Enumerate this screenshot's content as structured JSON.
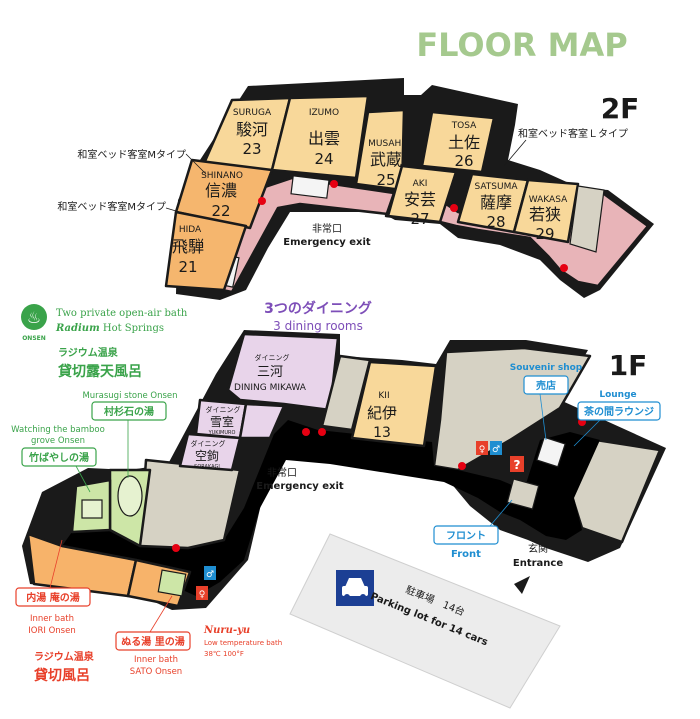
{
  "title": "FLOOR MAP",
  "floors": {
    "f2": "2F",
    "f1": "1F"
  },
  "rooms2f": [
    {
      "en": "SURUGA",
      "jp": "駿河",
      "num": "23"
    },
    {
      "en": "IZUMO",
      "jp": "出雲",
      "num": "24"
    },
    {
      "en": "MUSAHI",
      "jp": "武蔵",
      "num": "25"
    },
    {
      "en": "TOSA",
      "jp": "土佐",
      "num": "26"
    },
    {
      "en": "AKI",
      "jp": "安芸",
      "num": "27"
    },
    {
      "en": "SATSUMA",
      "jp": "薩摩",
      "num": "28"
    },
    {
      "en": "WAKASA",
      "jp": "若狭",
      "num": "29"
    },
    {
      "en": "SHINANO",
      "jp": "信濃",
      "num": "22"
    },
    {
      "en": "HIDA",
      "jp": "飛騨",
      "num": "21"
    }
  ],
  "callouts2f": {
    "type_m_1": "和室ベッド客室Mタイプ",
    "type_m_2": "和室ベッド客室Mタイプ",
    "type_l": "和室ベッド客室Ｌタイプ"
  },
  "emergency": {
    "jp": "非常口",
    "en": "Emergency exit"
  },
  "dining": {
    "jp": "3つのダイニング",
    "en": "3 dining rooms"
  },
  "onsen": {
    "icon_label": "ONSEN",
    "line1": "Two private open-air bath",
    "radium": "Radium",
    "hot_springs": " Hot Springs",
    "radium_jp": "ラジウム温泉",
    "open_air_jp": "貸切露天風呂",
    "murasugi_en": "Murasugi stone Onsen",
    "murasugi_jp": "村杉石の湯",
    "bamboo_en1": "Watching the bamboo",
    "bamboo_en2": "grove Onsen",
    "bamboo_jp": "竹ばやしの湯",
    "inner_iori_jp": "内湯 庵の湯",
    "inner_iori_en1": "Inner bath",
    "inner_iori_en2": "IORI Onsen",
    "sato_jp": "ぬる湯 里の湯",
    "sato_en1": "Inner bath",
    "sato_en2": "SATO Onsen",
    "nuru_title": "Nuru-yu",
    "nuru_sub": "Low temperature bath",
    "nuru_temp": "38℃   100°F",
    "radium2_jp": "ラジウム温泉",
    "private_jp": "貸切風呂"
  },
  "dining_rooms": {
    "mikawa_small": "ダイニング",
    "mikawa_jp": "三河",
    "mikawa_en": "DINING MIKAWA",
    "yukimuro_small": "ダイニング",
    "yukimuro_jp": "雪室",
    "yukimuro_en": "YUKIMURO",
    "sorakagi_small": "ダイニング",
    "sorakagi_jp": "空鉤",
    "sorakagi_en": "SORAKAGI"
  },
  "room13": {
    "en": "KII",
    "jp": "紀伊",
    "num": "13"
  },
  "facilities": {
    "souvenir_en": "Souvenir shop",
    "souvenir_jp": "売店",
    "lounge_en": "Lounge",
    "lounge_jp": "茶の間ラウンジ",
    "front_jp": "フロント",
    "front_en": "Front",
    "entrance_jp": "玄関",
    "entrance_en": "Entrance",
    "parking_jp": "駐車場　14台",
    "parking_en": "Parking lot for 14 cars"
  },
  "colors": {
    "title": "#a5c98e",
    "corridor": "#e8b4b8",
    "room_light": "#f8d89a",
    "room_orange": "#f5b66e",
    "grey_room": "#d6d2c4",
    "dining": "#e8d4ea",
    "bath_green": "#cde6a7",
    "bath_orange": "#f7b36a",
    "green_text": "#3aa34a",
    "red_text": "#e8402a",
    "purple": "#7d4eb8",
    "blue": "#1f8ed1",
    "parking": "#ececec",
    "exit_dot": "#e60012"
  }
}
